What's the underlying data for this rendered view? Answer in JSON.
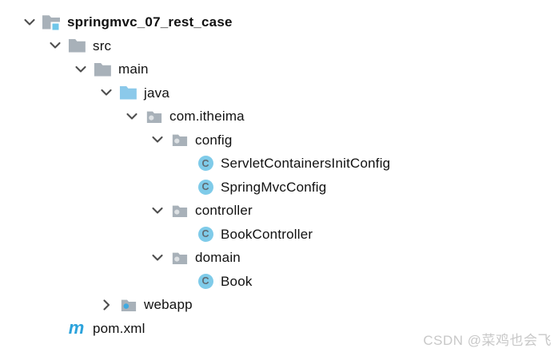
{
  "colors": {
    "background": "#ffffff",
    "folder_gray": "#A8B1B9",
    "folder_blue": "#8BC9EA",
    "project_badge_blue": "#6FC6E9",
    "package_dot": "#DDE1E4",
    "web_dot_blue": "#3FA9E0",
    "class_circle": "#7FCBE9",
    "class_letter": "#5F6B73",
    "maven_blue": "#2CA3DC",
    "chevron": "#4D4D4D",
    "text": "#111111",
    "watermark": "#C8C8C8"
  },
  "tree": {
    "class_badge_letter": "C",
    "rows": [
      {
        "label": "springmvc_07_rest_case",
        "level": 0,
        "chevron": "expanded",
        "icon": "project-folder-icon",
        "bold": true
      },
      {
        "label": "src",
        "level": 1,
        "chevron": "expanded",
        "icon": "folder-icon",
        "bold": false
      },
      {
        "label": "main",
        "level": 2,
        "chevron": "expanded",
        "icon": "folder-icon",
        "bold": false
      },
      {
        "label": "java",
        "level": 3,
        "chevron": "expanded",
        "icon": "source-folder-icon",
        "bold": false
      },
      {
        "label": "com.itheima",
        "level": 4,
        "chevron": "expanded",
        "icon": "package-icon",
        "bold": false
      },
      {
        "label": "config",
        "level": 5,
        "chevron": "expanded",
        "icon": "package-icon",
        "bold": false
      },
      {
        "label": "ServletContainersInitConfig",
        "level": 6,
        "chevron": "none",
        "icon": "class-icon",
        "bold": false
      },
      {
        "label": "SpringMvcConfig",
        "level": 6,
        "chevron": "none",
        "icon": "class-icon",
        "bold": false
      },
      {
        "label": "controller",
        "level": 5,
        "chevron": "expanded",
        "icon": "package-icon",
        "bold": false
      },
      {
        "label": "BookController",
        "level": 6,
        "chevron": "none",
        "icon": "class-icon",
        "bold": false
      },
      {
        "label": "domain",
        "level": 5,
        "chevron": "expanded",
        "icon": "package-icon",
        "bold": false
      },
      {
        "label": "Book",
        "level": 6,
        "chevron": "none",
        "icon": "class-icon",
        "bold": false
      },
      {
        "label": "webapp",
        "level": 3,
        "chevron": "collapsed",
        "icon": "web-folder-icon",
        "bold": false
      },
      {
        "label": "pom.xml",
        "level": 1,
        "chevron": "none",
        "icon": "maven-icon",
        "bold": false
      }
    ]
  },
  "watermark": {
    "text": "CSDN @菜鸡也会飞"
  }
}
